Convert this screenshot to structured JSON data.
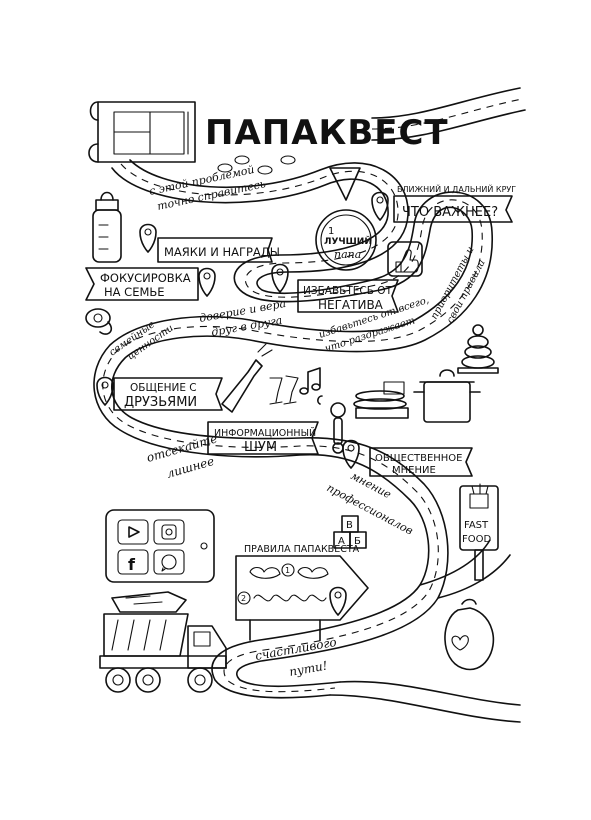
{
  "title": "ПАПАКВЕСТ",
  "labels": {
    "mayaki": "МАЯКИ И НАГРАДЫ",
    "fokus_1": "ФОКУСИРОВКА",
    "fokus_2": "НА СЕМЬЕ",
    "negativ_1": "ИЗБАВЬТЕСЬ ОТ",
    "negativ_2": "НЕГАТИВА",
    "druzya_1": "ОБЩЕНИЕ С",
    "druzya_2": "ДРУЗЬЯМИ",
    "shum_1": "ИНФОРМАЦИОННЫЙ",
    "shum_2": "ШУМ",
    "mnenie_1": "ОБЩЕСТВЕННОЕ",
    "mnenie_2": "МНЕНИЕ",
    "krug": "БЛИЖНИЙ И ДАЛЬНИЙ КРУГ",
    "vazhnee": "ЧТО ВАЖНЕЕ?",
    "pravila": "ПРАВИЛА ПАПАКВЕСТА",
    "fast": "FAST",
    "food": "FOOD"
  },
  "medal": {
    "number": "1",
    "line1": "ЛУЧШИЙ",
    "line2": "папа"
  },
  "road_phrases": {
    "p1a": "с этой проблемой",
    "p1b": "точно справитесь",
    "p2a": "доверие и вера",
    "p2b": "друг в друга",
    "p3a": "семейные",
    "p3b": "ценности",
    "p4a": "избавьтесь от всего,",
    "p4b": "что раздражает",
    "p5a": "приоритеты и",
    "p5b": "свои правила",
    "p6a": "отсекайте",
    "p6b": "лишнее",
    "p7a": "мнение",
    "p7b": "профессионалов",
    "p8a": "счастливого",
    "p8b": "пути!"
  },
  "sign": {
    "step1": "1",
    "step2": "2"
  },
  "blocks": {
    "a": "А",
    "b": "Б",
    "v": "В"
  },
  "phone_apps": {
    "facebook": "f"
  }
}
